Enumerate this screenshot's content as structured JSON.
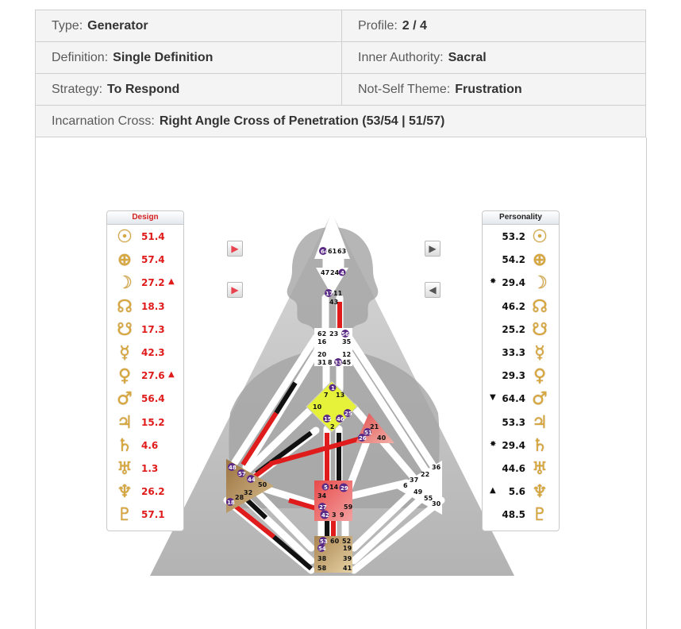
{
  "info": {
    "type": {
      "label": "Type:",
      "value": "Generator"
    },
    "profile": {
      "label": "Profile:",
      "value": "2 / 4"
    },
    "definition": {
      "label": "Definition:",
      "value": "Single Definition"
    },
    "inner_authority": {
      "label": "Inner Authority:",
      "value": "Sacral"
    },
    "strategy": {
      "label": "Strategy:",
      "value": "To Respond"
    },
    "not_self_theme": {
      "label": "Not-Self Theme:",
      "value": "Frustration"
    },
    "incarnation_cross": {
      "label": "Incarnation Cross:",
      "value": "Right Angle Cross of Penetration (53/54 | 51/57)"
    }
  },
  "design": {
    "title": "Design",
    "rows": [
      {
        "icon": "sun-icon",
        "glyph": "☉",
        "value": "51.4",
        "mark": ""
      },
      {
        "icon": "earth-icon",
        "glyph": "⊕",
        "value": "57.4",
        "mark": ""
      },
      {
        "icon": "moon-icon",
        "glyph": "☽",
        "value": "27.2",
        "mark": "▲"
      },
      {
        "icon": "north-node-icon",
        "glyph": "☊",
        "value": "18.3",
        "mark": ""
      },
      {
        "icon": "south-node-icon",
        "glyph": "☋",
        "value": "17.3",
        "mark": ""
      },
      {
        "icon": "mercury-icon",
        "glyph": "☿",
        "value": "42.3",
        "mark": ""
      },
      {
        "icon": "venus-icon",
        "glyph": "♀",
        "value": "27.6",
        "mark": "▲"
      },
      {
        "icon": "mars-icon",
        "glyph": "♂",
        "value": "56.4",
        "mark": ""
      },
      {
        "icon": "jupiter-icon",
        "glyph": "♃",
        "value": "15.2",
        "mark": ""
      },
      {
        "icon": "saturn-icon",
        "glyph": "♄",
        "value": "4.6",
        "mark": ""
      },
      {
        "icon": "uranus-icon",
        "glyph": "♅",
        "value": "1.3",
        "mark": ""
      },
      {
        "icon": "neptune-icon",
        "glyph": "♆",
        "value": "26.2",
        "mark": ""
      },
      {
        "icon": "pluto-icon",
        "glyph": "♇",
        "value": "57.1",
        "mark": ""
      }
    ]
  },
  "personality": {
    "title": "Personality",
    "rows": [
      {
        "icon": "sun-icon",
        "glyph": "☉",
        "value": "53.2",
        "mark": ""
      },
      {
        "icon": "earth-icon",
        "glyph": "⊕",
        "value": "54.2",
        "mark": ""
      },
      {
        "icon": "moon-icon",
        "glyph": "☽",
        "value": "29.4",
        "mark": "✸"
      },
      {
        "icon": "north-node-icon",
        "glyph": "☊",
        "value": "46.2",
        "mark": ""
      },
      {
        "icon": "south-node-icon",
        "glyph": "☋",
        "value": "25.2",
        "mark": ""
      },
      {
        "icon": "mercury-icon",
        "glyph": "☿",
        "value": "33.3",
        "mark": ""
      },
      {
        "icon": "venus-icon",
        "glyph": "♀",
        "value": "29.3",
        "mark": ""
      },
      {
        "icon": "mars-icon",
        "glyph": "♂",
        "value": "64.4",
        "mark": "▼"
      },
      {
        "icon": "jupiter-icon",
        "glyph": "♃",
        "value": "53.3",
        "mark": ""
      },
      {
        "icon": "saturn-icon",
        "glyph": "♄",
        "value": "29.4",
        "mark": "✸"
      },
      {
        "icon": "uranus-icon",
        "glyph": "♅",
        "value": "44.6",
        "mark": ""
      },
      {
        "icon": "neptune-icon",
        "glyph": "♆",
        "value": "5.6",
        "mark": "▲"
      },
      {
        "icon": "pluto-icon",
        "glyph": "♇",
        "value": "48.5",
        "mark": ""
      }
    ]
  },
  "arrows": {
    "design_top": "▶",
    "design_bottom": "▶",
    "personality_top": "▶",
    "personality_bottom": "◀"
  },
  "gates": {
    "g64": "64",
    "g61": "61",
    "g63": "63",
    "g47": "47",
    "g24": "24",
    "g4": "4",
    "g17": "17",
    "g11": "11",
    "g43": "43",
    "g62": "62",
    "g23": "23",
    "g56": "56",
    "g16": "16",
    "g35": "35",
    "g20": "20",
    "g12": "12",
    "g31": "31",
    "g8": "8",
    "g33": "33",
    "g45": "45",
    "g1": "1",
    "g7": "7",
    "g13": "13",
    "g10": "10",
    "g25": "25",
    "g15": "15",
    "g46": "46",
    "g2": "2",
    "g21": "21",
    "g51": "51",
    "g26": "26",
    "g40": "40",
    "g48": "48",
    "g57": "57",
    "g44": "44",
    "g50": "50",
    "g32": "32",
    "g28": "28",
    "g18": "18",
    "g36": "36",
    "g22": "22",
    "g37": "37",
    "g6": "6",
    "g49": "49",
    "g55": "55",
    "g30": "30",
    "g5": "5",
    "g14": "14",
    "g29": "29",
    "g34": "34",
    "g27": "27",
    "g59": "59",
    "g42": "42",
    "g3": "3",
    "g9": "9",
    "g53": "53",
    "g60": "60",
    "g52": "52",
    "g54": "54",
    "g19": "19",
    "g38": "38",
    "g39": "39",
    "g58": "58",
    "g41": "41"
  },
  "colors": {
    "design_red": "#e01b1b",
    "personality_black": "#111111",
    "activated_gate": "#5b2a86",
    "head_center": "#ffffff",
    "g_center": "#e6f23a",
    "sacral_center": "#e05b5b",
    "root_center": "#c8a86a",
    "spleen_center": "#b58f5a",
    "ego_center": "#ea7a70",
    "glyph_gold": "#d8a83e"
  }
}
